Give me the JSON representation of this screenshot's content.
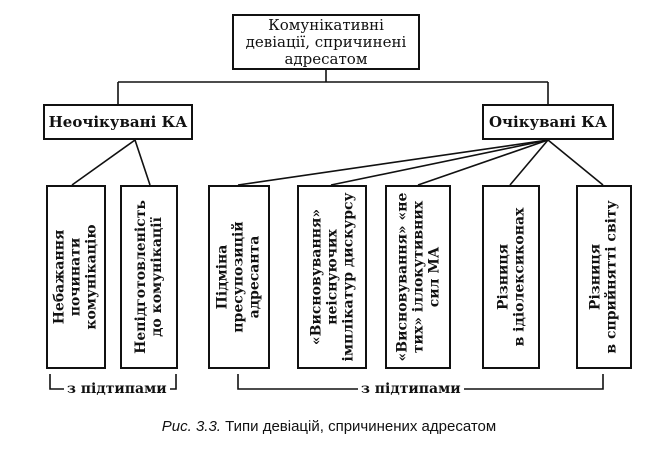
{
  "root": {
    "line1": "Комунікативні",
    "line2": "девіації, спричинені",
    "line3": "адресатом"
  },
  "unexpected": {
    "title": "Неочікувані КА",
    "children": [
      {
        "lines": [
          "Небажання",
          "починати",
          "комунікацію"
        ]
      },
      {
        "lines": [
          "Непідготовленість",
          "до комунікації"
        ]
      }
    ],
    "bracket_label": "з підтипами"
  },
  "expected": {
    "title": "Очікувані КА",
    "children": [
      {
        "lines": [
          "Підміна",
          "пресупозицій",
          "адресанта"
        ]
      },
      {
        "lines": [
          "«Висновування»",
          "неіснуючих",
          "імплікатур дискурсу"
        ]
      },
      {
        "lines": [
          "«Висновування» «не",
          "тих» іллокутивних",
          "сил МА"
        ]
      },
      {
        "lines": [
          "Різниця",
          "в ідіолексиконах"
        ]
      },
      {
        "lines": [
          "Різниця",
          "в сприйнятті світу"
        ]
      }
    ],
    "bracket_label": "з підтипами"
  },
  "caption": {
    "prefix": "Рис. 3.3.",
    "text": "Типи девіацій, спричинених адресатом"
  }
}
